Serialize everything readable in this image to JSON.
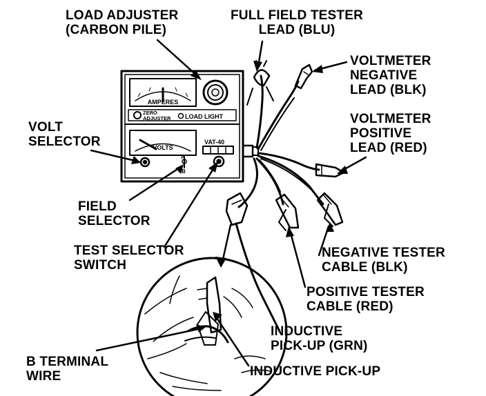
{
  "colors": {
    "ink": "#000000",
    "paper": "#ffffff"
  },
  "callouts": {
    "load_adjuster": [
      "LOAD ADJUSTER",
      "(CARBON PILE)"
    ],
    "full_field_tester": [
      "FULL FIELD TESTER",
      "LEAD (BLU)"
    ],
    "voltmeter_negative": [
      "VOLTMETER",
      "NEGATIVE",
      "LEAD (BLK)"
    ],
    "voltmeter_positive": [
      "VOLTMETER",
      "POSITIVE",
      "LEAD (RED)"
    ],
    "volt_selector": [
      "VOLT",
      "SELECTOR"
    ],
    "field_selector": [
      "FIELD",
      "SELECTOR"
    ],
    "test_selector_switch": [
      "TEST SELECTOR",
      "SWITCH"
    ],
    "negative_tester_cable": [
      "NEGATIVE TESTER",
      "CABLE (BLK)"
    ],
    "positive_tester_cable": [
      "POSITIVE TESTER",
      "CABLE (RED)"
    ],
    "inductive_pickup_grn": [
      "INDUCTIVE",
      "PICK-UP (GRN)"
    ],
    "b_terminal_wire": [
      "B TERMINAL",
      "WIRE"
    ],
    "inductive_pickup": [
      "INDUCTIVE PICK-UP"
    ]
  },
  "instrument": {
    "ammeter_scale": "AMPERES",
    "zero_adjuster": [
      "ZERO",
      "ADJUSTER"
    ],
    "load_light": "LOAD LIGHT",
    "voltmeter_scale": "VOLTS",
    "model": "VAT-40",
    "field_positions": [
      "A",
      "B"
    ]
  }
}
